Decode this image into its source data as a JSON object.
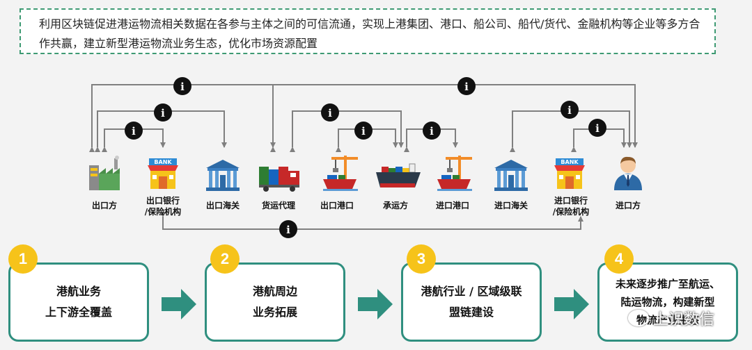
{
  "intro_text": "利用区块链促进港运物流相关数据在各参与主体之间的可信流通，实现上港集团、港口、船公司、船代/货代、金融机构等企业等多方合作共赢，建立新型港运物流业务生态，优化市场资源配置",
  "info_glyph": "i",
  "bank_sign": "BANK",
  "entities": [
    {
      "id": "exporter",
      "lines": [
        "出口方"
      ],
      "icon": "factory-icon"
    },
    {
      "id": "export-bank",
      "lines": [
        "出口银行",
        "/保险机构"
      ],
      "icon": "bank-icon"
    },
    {
      "id": "export-customs",
      "lines": [
        "出口海关"
      ],
      "icon": "customs-building-icon"
    },
    {
      "id": "freight-agent",
      "lines": [
        "货运代理"
      ],
      "icon": "freight-truck-icon"
    },
    {
      "id": "export-port",
      "lines": [
        "出口港口"
      ],
      "icon": "port-crane-icon"
    },
    {
      "id": "carrier",
      "lines": [
        "承运方"
      ],
      "icon": "cargo-ship-icon"
    },
    {
      "id": "import-port",
      "lines": [
        "进口港口"
      ],
      "icon": "port-crane-icon"
    },
    {
      "id": "import-customs",
      "lines": [
        "进口海关"
      ],
      "icon": "customs-building-icon"
    },
    {
      "id": "import-bank",
      "lines": [
        "进口银行",
        "/保险机构"
      ],
      "icon": "bank-icon"
    },
    {
      "id": "importer",
      "lines": [
        "进口方"
      ],
      "icon": "businessman-icon"
    }
  ],
  "steps": [
    {
      "num": "1",
      "lines": [
        "港航业务",
        "上下游全覆盖"
      ]
    },
    {
      "num": "2",
      "lines": [
        "港航周边",
        "业务拓展"
      ]
    },
    {
      "num": "3",
      "lines": [
        "港航行业 / 区域级联",
        "盟链建设"
      ]
    },
    {
      "num": "4",
      "lines": [
        "未来逐步推广至航运、",
        "陆运物流，构建新型",
        "物流产业生态"
      ]
    }
  ],
  "watermark": "上识数信",
  "colors": {
    "accent": "#2f8f7f",
    "badge": "#f6c31a",
    "connector": "#7f7f7f",
    "dashed_border": "#3e9a73"
  }
}
